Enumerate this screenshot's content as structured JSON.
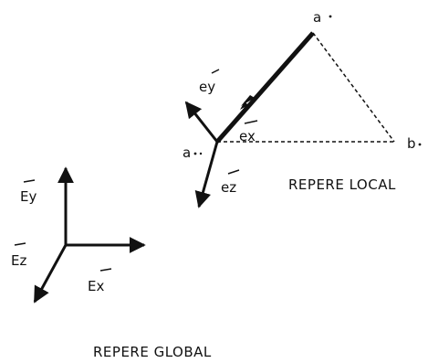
{
  "global_frame": {
    "caption": "REPERE GLOBAL",
    "axes": {
      "x": "Ex",
      "y": "Ey",
      "z": "Ez"
    }
  },
  "local_frame": {
    "caption": "REPERE LOCAL",
    "axes": {
      "x": "ex",
      "y": "ey",
      "z": "ez"
    }
  },
  "points": {
    "first": "a",
    "second": "a",
    "third": "b"
  },
  "colors": {
    "ink": "#111111",
    "background": "#ffffff"
  }
}
